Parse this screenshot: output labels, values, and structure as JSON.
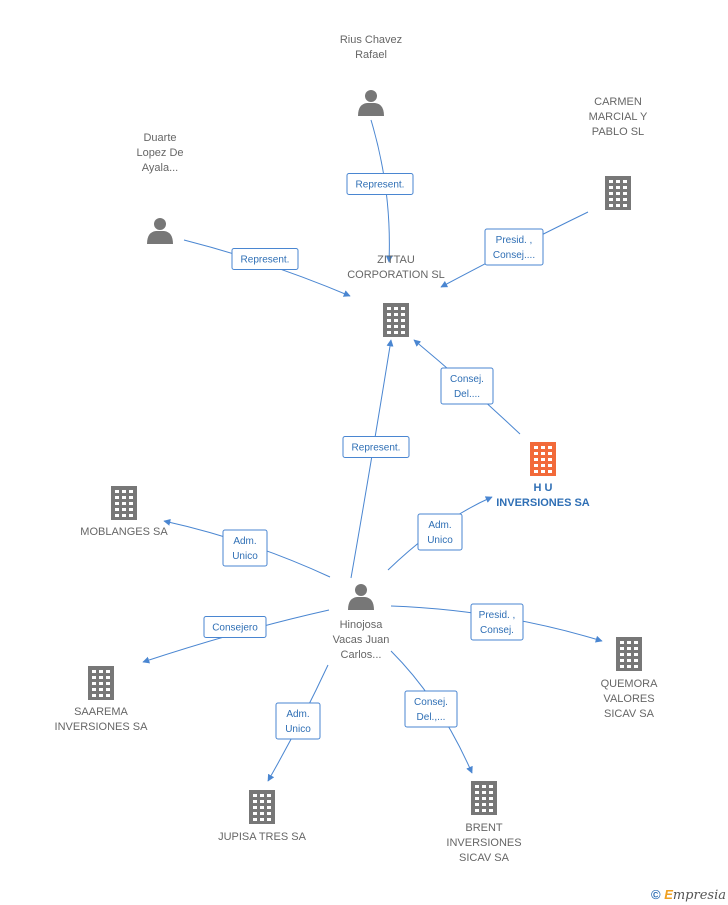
{
  "nodes": [
    {
      "id": "zittau",
      "type": "company",
      "lines": [
        "ZITTAU",
        "CORPORATION SL"
      ],
      "focus": false
    },
    {
      "id": "rius",
      "type": "person",
      "lines": [
        "Rius Chavez",
        "Rafael"
      ],
      "focus": false
    },
    {
      "id": "duarte",
      "type": "person",
      "lines": [
        "Duarte",
        "Lopez De",
        "Ayala..."
      ],
      "focus": false
    },
    {
      "id": "carmen",
      "type": "company",
      "lines": [
        "CARMEN",
        "MARCIAL Y",
        "PABLO  SL"
      ],
      "focus": false
    },
    {
      "id": "hu",
      "type": "company",
      "lines": [
        "H U",
        "INVERSIONES SA"
      ],
      "focus": true
    },
    {
      "id": "hinojosa",
      "type": "person",
      "lines": [
        "Hinojosa",
        "Vacas Juan",
        "Carlos..."
      ],
      "focus": false
    },
    {
      "id": "moblanges",
      "type": "company",
      "lines": [
        "MOBLANGES SA"
      ],
      "focus": false
    },
    {
      "id": "saarema",
      "type": "company",
      "lines": [
        "SAAREMA",
        "INVERSIONES SA"
      ],
      "focus": false
    },
    {
      "id": "jupisa",
      "type": "company",
      "lines": [
        "JUPISA TRES SA"
      ],
      "focus": false
    },
    {
      "id": "brent",
      "type": "company",
      "lines": [
        "BRENT",
        "INVERSIONES",
        "SICAV SA"
      ],
      "focus": false
    },
    {
      "id": "quemora",
      "type": "company",
      "lines": [
        "QUEMORA",
        "VALORES",
        "SICAV SA"
      ],
      "focus": false
    }
  ],
  "edges": [
    {
      "from": "rius",
      "to": "zittau",
      "lines": [
        "Represent."
      ]
    },
    {
      "from": "duarte",
      "to": "zittau",
      "lines": [
        "Represent."
      ]
    },
    {
      "from": "carmen",
      "to": "zittau",
      "lines": [
        "Presid. ,",
        "Consej...."
      ]
    },
    {
      "from": "hu",
      "to": "zittau",
      "lines": [
        "Consej.",
        "Del...."
      ]
    },
    {
      "from": "hinojosa",
      "to": "zittau",
      "lines": [
        "Represent."
      ]
    },
    {
      "from": "hinojosa",
      "to": "hu",
      "lines": [
        "Adm.",
        "Unico"
      ]
    },
    {
      "from": "hinojosa",
      "to": "moblanges",
      "lines": [
        "Adm.",
        "Unico"
      ]
    },
    {
      "from": "hinojosa",
      "to": "saarema",
      "lines": [
        "Consejero"
      ]
    },
    {
      "from": "hinojosa",
      "to": "jupisa",
      "lines": [
        "Adm.",
        "Unico"
      ]
    },
    {
      "from": "hinojosa",
      "to": "brent",
      "lines": [
        "Consej.",
        "Del.,..."
      ]
    },
    {
      "from": "hinojosa",
      "to": "quemora",
      "lines": [
        "Presid. ,",
        "Consej."
      ]
    }
  ],
  "footer": {
    "copyright": "©",
    "brand_initial": "E",
    "brand_rest": "mpresia"
  },
  "colors": {
    "edge": "#4a86d1",
    "focus": "#f26a3a",
    "icon": "#777777"
  }
}
